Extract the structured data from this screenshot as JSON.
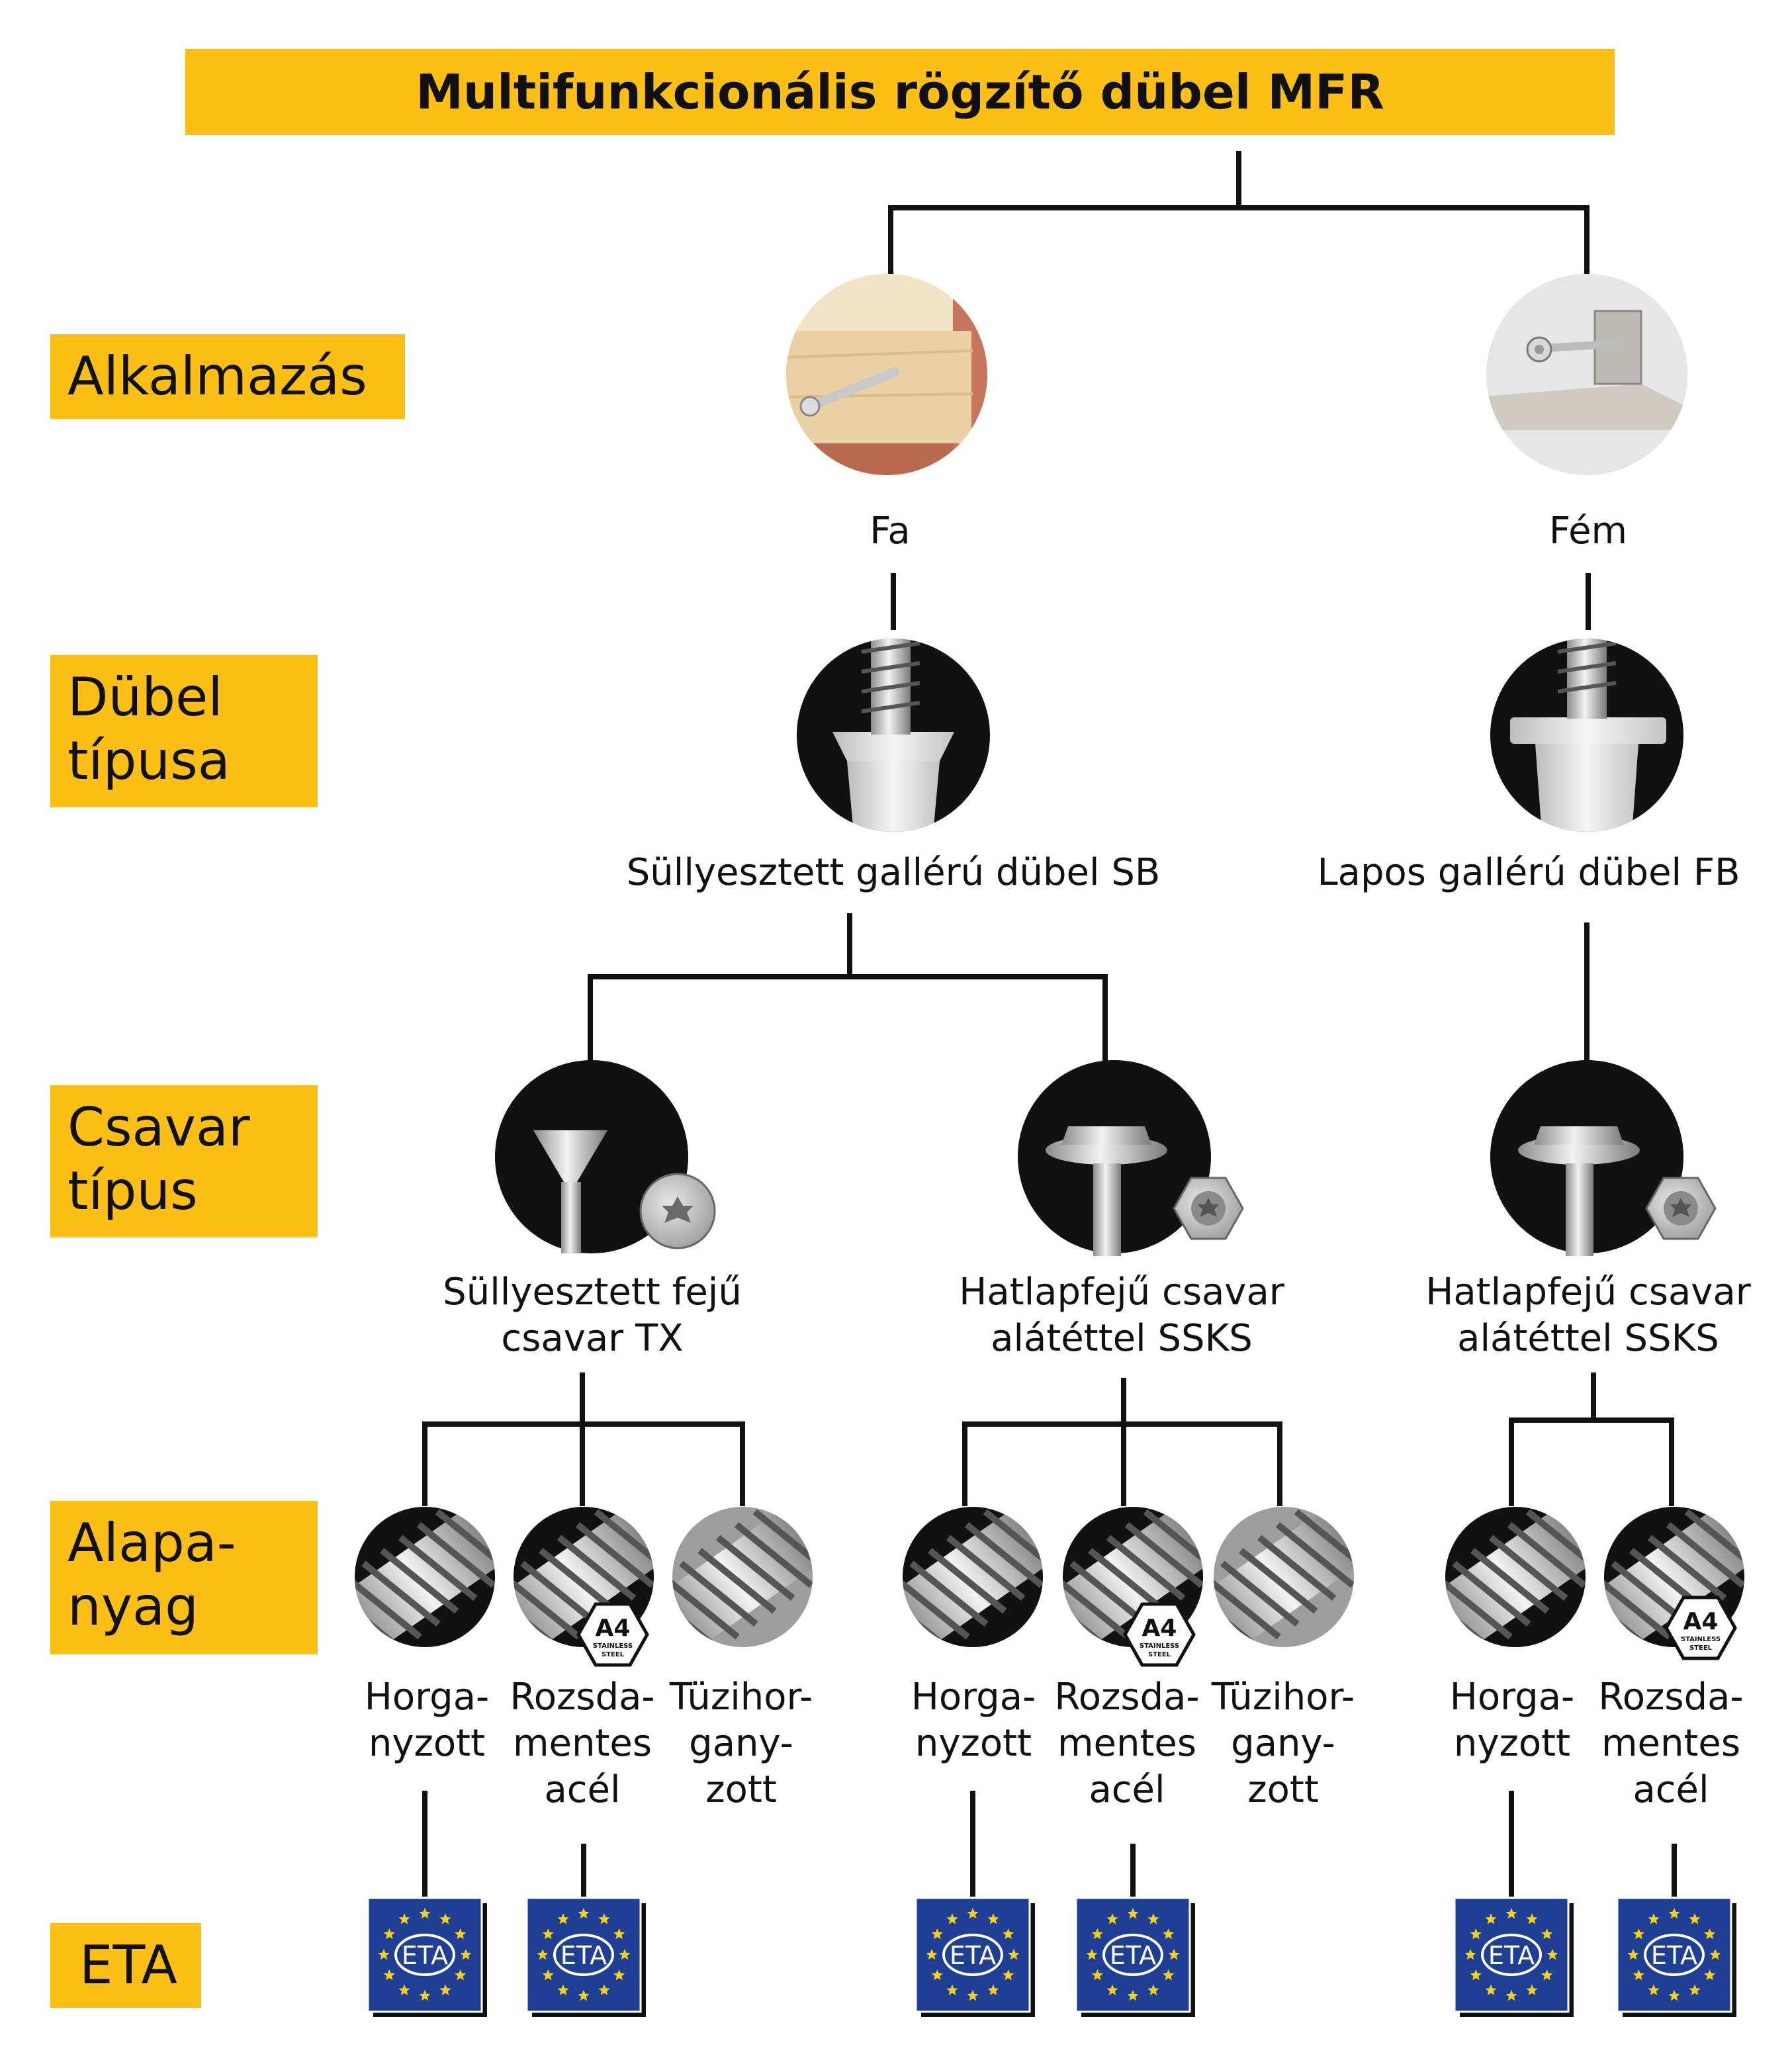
{
  "title": "Multifunkcionális rögzítő dübel MFR",
  "rows": {
    "application": "Alkalmazás",
    "anchor_type": "Dübel\ntípusa",
    "screw_type": "Csavar\ntípus",
    "base_material": "Alapa-\nnyag",
    "eta": "ETA"
  },
  "application": {
    "wood": "Fa",
    "metal": "Fém"
  },
  "anchors": {
    "sb": "Süllyesztett gallérú dübel SB",
    "fb": "Lapos gallérú dübel FB"
  },
  "screws": {
    "tx": "Süllyesztett fejű\ncsavar TX",
    "ssks_a": "Hatlapfejű csavar\nalátéttel SSKS",
    "ssks_b": "Hatlapfejű csavar\nalátéttel SSKS"
  },
  "materials": {
    "m1": "Horga-\nnyzott",
    "m2": "Rozsda-\nmentes\nacél",
    "m3": "Tüzihor-\ngany-\nzott",
    "m4": "Horga-\nnyzott",
    "m5": "Rozsda-\nmentes\nacél",
    "m6": "Tüzihor-\ngany-\nzott",
    "m7": "Horga-\nnyzott",
    "m8": "Rozsda-\nmentes\nacél"
  },
  "badges": {
    "a4": "A4",
    "a4_sub1": "STAINLESS",
    "a4_sub2": "STEEL",
    "eta": "ETA"
  },
  "colors": {
    "accent": "#fbbf16",
    "line": "#111111",
    "eu_blue": "#1f3f94",
    "eu_star": "#f7d117"
  }
}
